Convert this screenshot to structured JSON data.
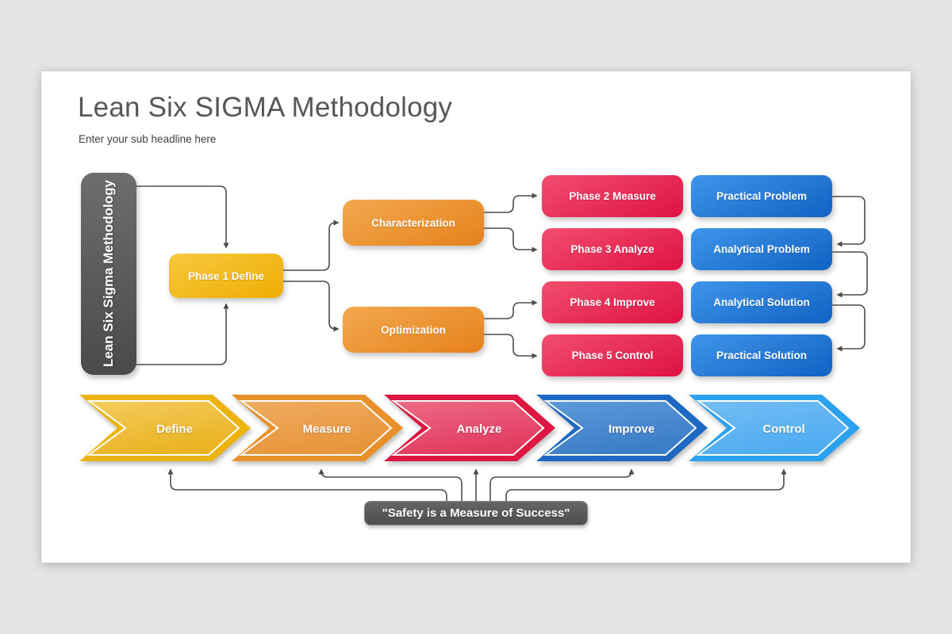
{
  "slide": {
    "title": "Lean Six SIGMA Methodology",
    "subtitle": "Enter your sub headline here",
    "canvas_color": "#e5e4e3",
    "slide_color": "#ffffff"
  },
  "diagram": {
    "pillar": {
      "label": "Lean Six Sigma Methodology",
      "color": "#5a5a5a"
    },
    "phase1": {
      "label": "Phase 1 Define",
      "color": "#F0B312"
    },
    "branches": [
      {
        "label": "Characterization",
        "color": "#EC9130"
      },
      {
        "label": "Optimization",
        "color": "#EC9130"
      }
    ],
    "phases": [
      {
        "label": "Phase 2 Measure",
        "color": "#E21649"
      },
      {
        "label": "Phase 3 Analyze",
        "color": "#E21649"
      },
      {
        "label": "Phase 4 Improve",
        "color": "#E21649"
      },
      {
        "label": "Phase 5 Control",
        "color": "#E21649"
      }
    ],
    "problem_chain": [
      {
        "label": "Practical Problem",
        "color": "#1E78D7"
      },
      {
        "label": "Analytical Problem",
        "color": "#1E78D7"
      },
      {
        "label": "Analytical Solution",
        "color": "#1E78D7"
      },
      {
        "label": "Practical Solution",
        "color": "#1E78D7"
      }
    ],
    "connector_color": "#4b4b4b"
  },
  "process_chevrons": [
    {
      "label": "Define",
      "edge": "#EDB30D"
    },
    {
      "label": "Measure",
      "edge": "#E8912B"
    },
    {
      "label": "Analyze",
      "edge": "#DD1243"
    },
    {
      "label": "Improve",
      "edge": "#1A67C2"
    },
    {
      "label": "Control",
      "edge": "#2BA2F0"
    }
  ],
  "footer": {
    "quote": "\"Safety is a Measure of Success\"",
    "color": "#58585A"
  }
}
